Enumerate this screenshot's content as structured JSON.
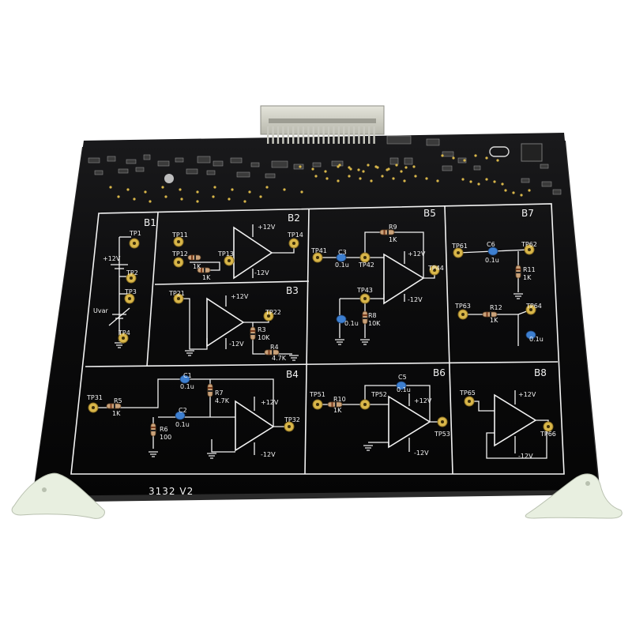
{
  "board": {
    "marking": "3132 V2",
    "colors": {
      "board": "#0b0b0c",
      "silkscreen": "#f2f2f2",
      "pad": "#d8b64a",
      "capacitor": "#3d7fd0",
      "resistor": "#c9a27a",
      "bracket": "#e8efe0",
      "connector": "#cfcfc4"
    }
  },
  "blocks": [
    {
      "id": "B1",
      "labels": [
        "TP1",
        "+12V",
        "TP2",
        "TP3",
        "Uvar",
        "TP4"
      ]
    },
    {
      "id": "B2",
      "labels": [
        "TP11",
        "TP12",
        "TP13",
        "TP14",
        "1K",
        "1K",
        "+12V",
        "-12V"
      ]
    },
    {
      "id": "B3",
      "labels": [
        "TP21",
        "TP22",
        "R3",
        "10K",
        "R4",
        "4.7K",
        "+12V",
        "-12V"
      ]
    },
    {
      "id": "B4",
      "labels": [
        "TP31",
        "R5",
        "1K",
        "C1",
        "0.1u",
        "R7",
        "4.7K",
        "C2",
        "0.1u",
        "R6",
        "100",
        "TP32",
        "+12V",
        "-12V"
      ]
    },
    {
      "id": "B5",
      "labels": [
        "TP41",
        "C3",
        "0.1u",
        "TP42",
        "R9",
        "1K",
        "TP43",
        "TP44",
        "R8",
        "10K",
        "0.1u",
        "+12V",
        "-12V"
      ]
    },
    {
      "id": "B6",
      "labels": [
        "TP51",
        "R10",
        "1K",
        "TP52",
        "C5",
        "0.1u",
        "TP53",
        "+12V",
        "-12V"
      ]
    },
    {
      "id": "B7",
      "labels": [
        "TP61",
        "C6",
        "0.1u",
        "TP62",
        "R11",
        "1K",
        "TP63",
        "R12",
        "1K",
        "TP64",
        "0.1u"
      ]
    },
    {
      "id": "B8",
      "labels": [
        "TP65",
        "TP66",
        "+12V",
        "-12V"
      ]
    }
  ]
}
